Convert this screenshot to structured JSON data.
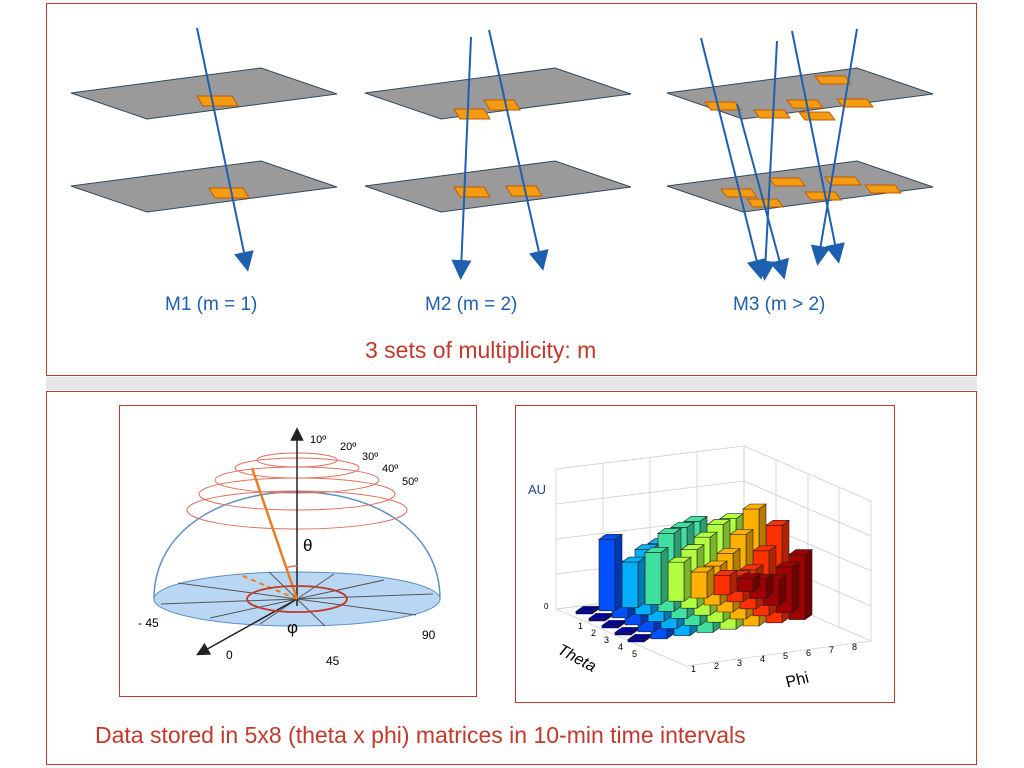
{
  "top": {
    "labels": [
      "M1 (m = 1)",
      "M2 (m = 2)",
      "M3 (m > 2)"
    ],
    "caption": "3 sets of multiplicity: m"
  },
  "bottom": {
    "caption": "Data stored in 5x8 (theta x phi) matrices in 10-min time intervals",
    "hemisphere": {
      "zenith_labels": [
        "10º",
        "20º",
        "30º",
        "40º",
        "50º"
      ],
      "theta_symbol": "θ",
      "phi_symbol": "φ",
      "azimuth_labels": [
        "- 45",
        "0",
        "45",
        "90"
      ]
    },
    "histogram": {
      "z_label": "AU",
      "theta_label": "Theta",
      "phi_label": "Phi",
      "theta_ticks": [
        "1",
        "2",
        "3",
        "4",
        "5"
      ],
      "phi_ticks": [
        "1",
        "2",
        "3",
        "4",
        "5",
        "6",
        "7",
        "8"
      ],
      "z_ticks": [
        "0"
      ]
    }
  },
  "colors": {
    "frame": "#c0392b",
    "arrow": "#1f5fb0",
    "plane": "#9a9a9a",
    "pad": "#f39c12",
    "sphere_fill": "#b9d7f2"
  }
}
